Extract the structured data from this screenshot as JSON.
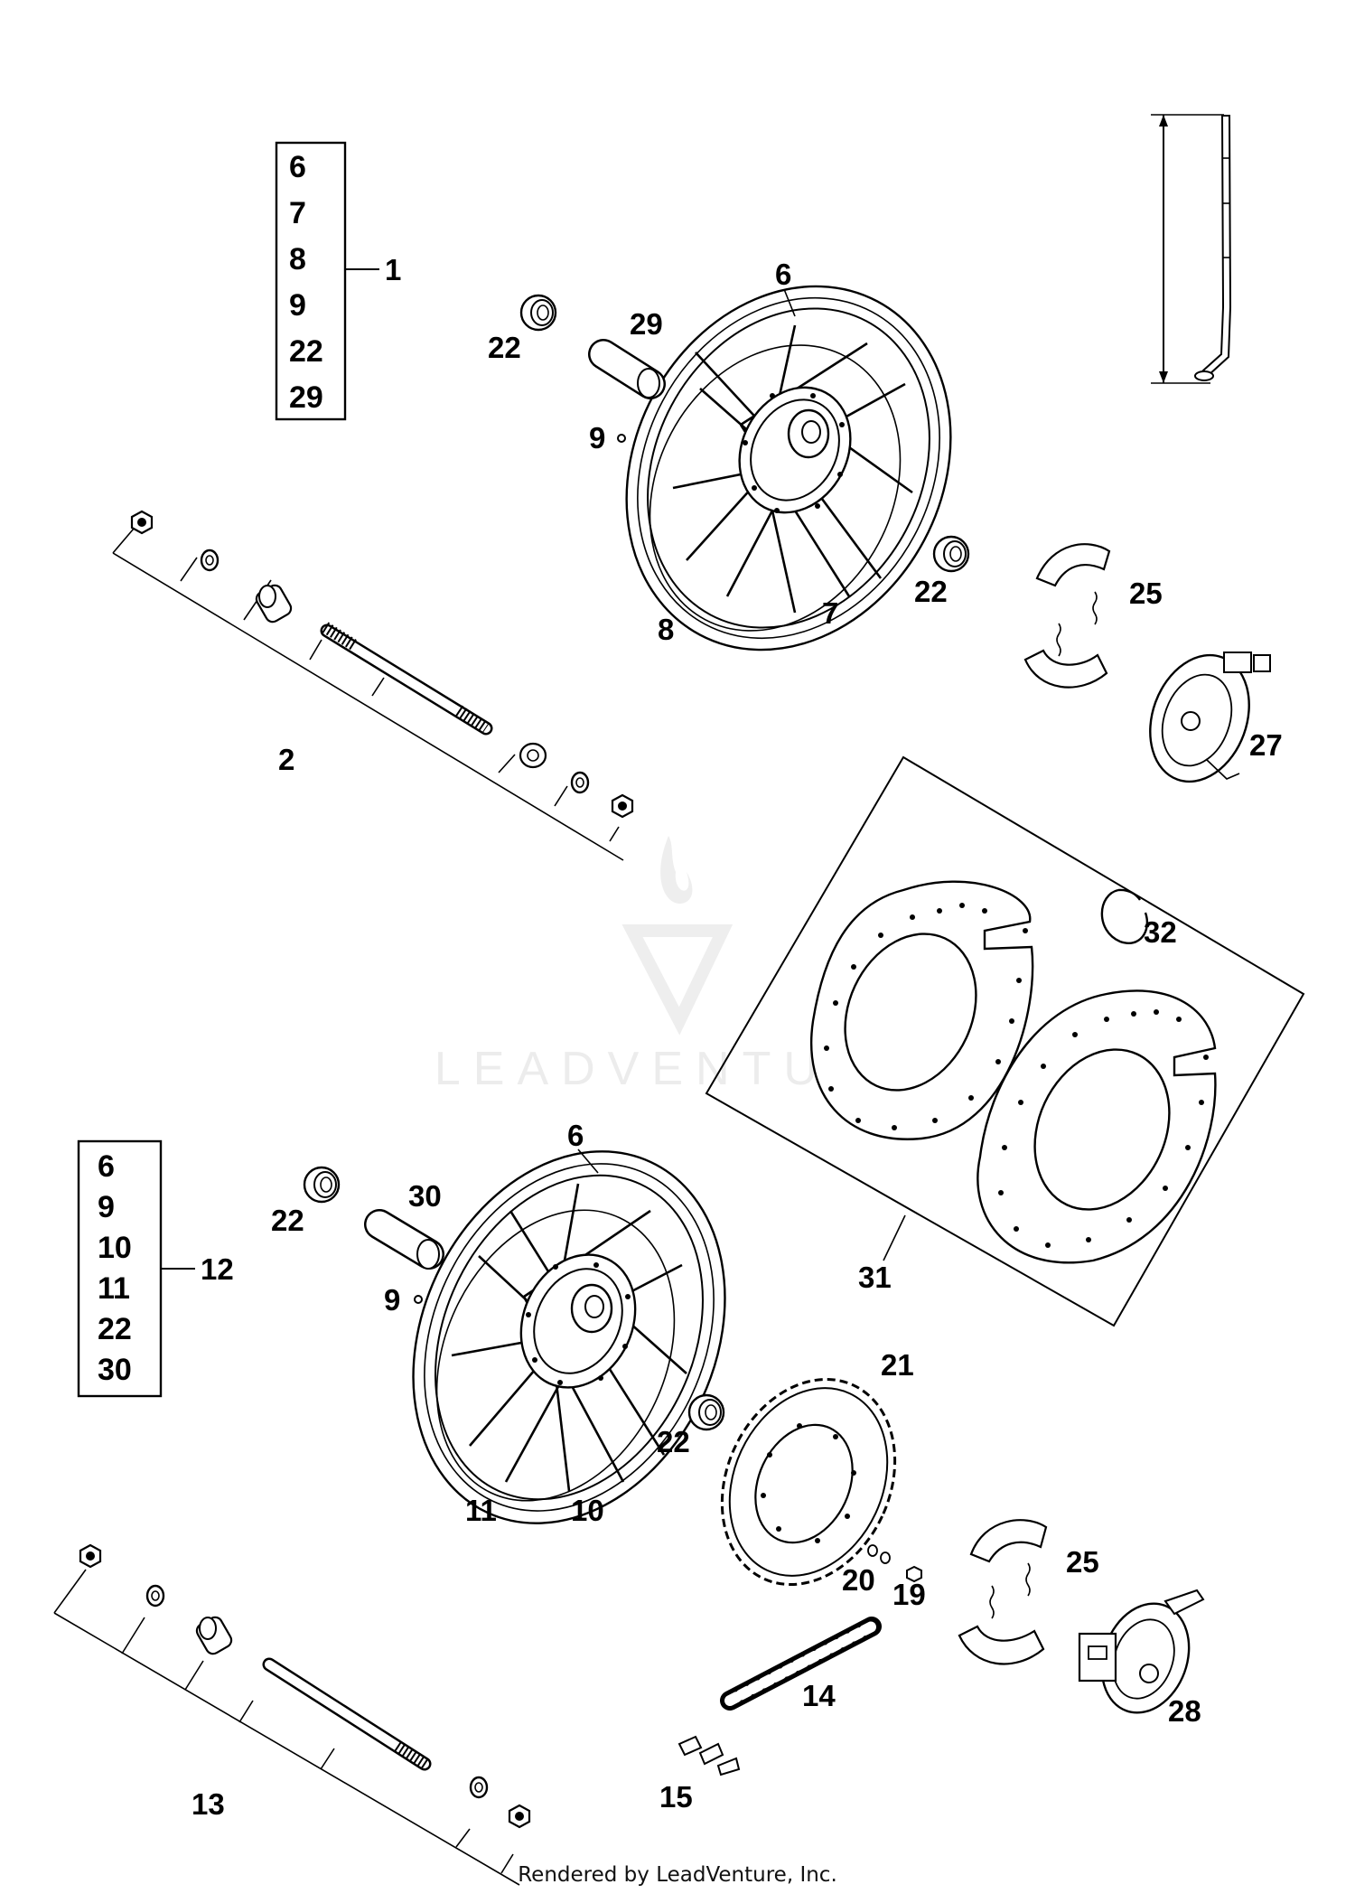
{
  "watermark": {
    "text": "LEADVENTURE"
  },
  "footer": {
    "text": "Rendered by LeadVenture, Inc."
  },
  "front_kit": {
    "items": [
      "6",
      "7",
      "8",
      "9",
      "22",
      "29"
    ],
    "ref": "1"
  },
  "rear_kit": {
    "items": [
      "6",
      "9",
      "10",
      "11",
      "22",
      "30"
    ],
    "ref": "12"
  },
  "callouts": {
    "front_bearing_left": "22",
    "front_spacer": "29",
    "front_rim": "6",
    "front_valve": "9",
    "front_bearing_right": "22",
    "front_brake_shoes": "25",
    "front_hub": "8",
    "front_spokes": "7",
    "front_brake_plate": "27",
    "front_axle": "2",
    "gasket_set": "31",
    "circlip": "32",
    "rear_rim": "6",
    "rear_bearing_left": "22",
    "rear_spacer": "30",
    "rear_valve": "9",
    "rear_hub": "11",
    "rear_spokes": "10",
    "rear_bearing_right": "22",
    "sprocket": "21",
    "rear_brake_shoes": "25",
    "sprocket_washer": "20",
    "sprocket_bolt": "19",
    "chain": "14",
    "master_link": "15",
    "rear_brake_plate": "28",
    "rear_axle": "13"
  }
}
